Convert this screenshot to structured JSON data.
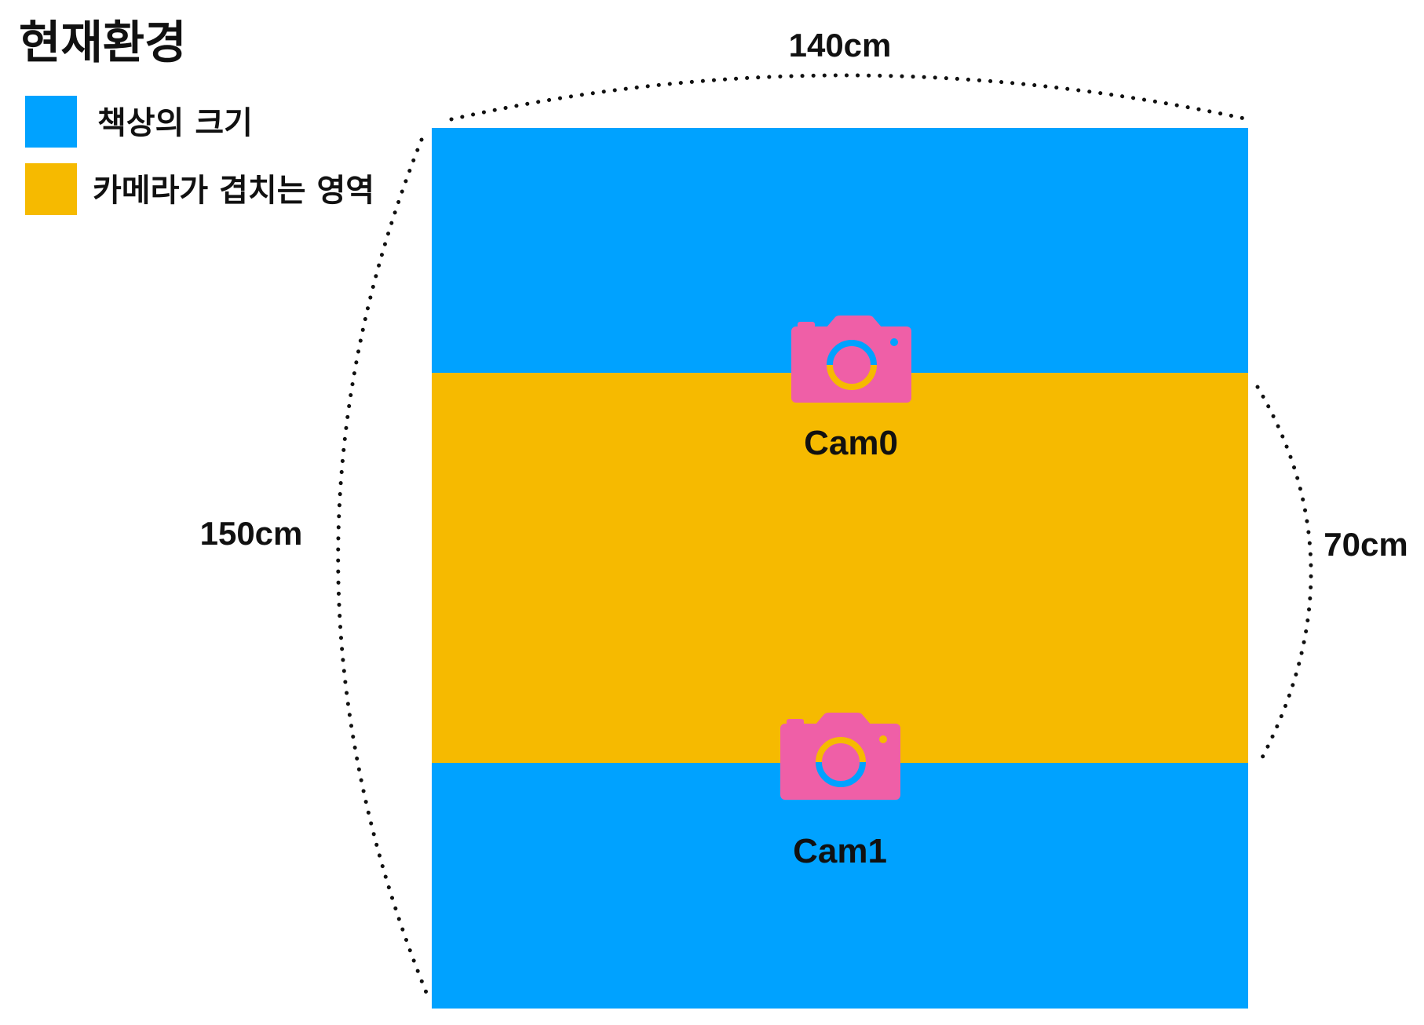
{
  "title": "현재환경",
  "legend": [
    {
      "color": "#00A2FF",
      "label": "책상의 크기"
    },
    {
      "color": "#F6BA00",
      "label": "카메라가 겹치는 영역"
    }
  ],
  "dimensions": {
    "width": "140cm",
    "height": "150cm",
    "overlap": "70cm"
  },
  "cameras": [
    {
      "label": "Cam0",
      "icon": "camera-icon"
    },
    {
      "label": "Cam1",
      "icon": "camera-icon"
    }
  ],
  "colors": {
    "desk": "#00A2FF",
    "overlap": "#F6BA00",
    "camera_body": "#EF5FA7",
    "text": "#111111"
  }
}
